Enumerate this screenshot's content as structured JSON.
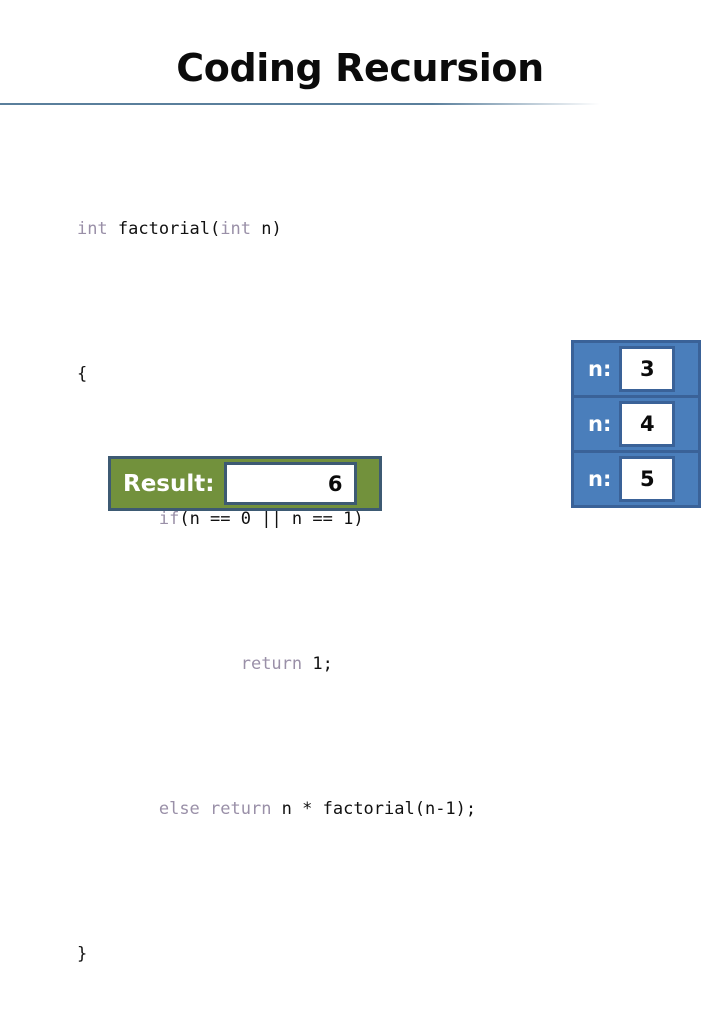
{
  "slide": {
    "title": "Coding Recursion",
    "divider_color": "#5a7f9c"
  },
  "code": {
    "language": "c",
    "keyword_color": "#9a90a8",
    "text_color": "#111111",
    "lines": [
      {
        "indent": "",
        "keyword": "int",
        "rest": " factorial(",
        "keyword2": "int",
        "rest2": " n)"
      },
      {
        "indent": "",
        "keyword": "",
        "rest": "{",
        "keyword2": "",
        "rest2": ""
      },
      {
        "indent": "        ",
        "keyword": "if",
        "rest": "(n == 0 || n == 1)",
        "keyword2": "",
        "rest2": ""
      },
      {
        "indent": "                ",
        "keyword": "return",
        "rest": " 1;",
        "keyword2": "",
        "rest2": ""
      },
      {
        "indent": "        ",
        "keyword": "else return",
        "rest": " n * factorial(n-1);",
        "keyword2": "",
        "rest2": ""
      },
      {
        "indent": "",
        "keyword": "",
        "rest": "}",
        "keyword2": "",
        "rest2": ""
      }
    ]
  },
  "result_widget": {
    "label": "Result:",
    "value": "6",
    "fill_color": "#72913c",
    "border_color": "#3d5a73",
    "label_color": "#ffffff"
  },
  "call_stack": {
    "fill_color": "#4a7ebb",
    "border_color": "#3a6298",
    "frames": [
      {
        "label": "n:",
        "value": "3"
      },
      {
        "label": "n:",
        "value": "4"
      },
      {
        "label": "n:",
        "value": "5"
      }
    ]
  }
}
